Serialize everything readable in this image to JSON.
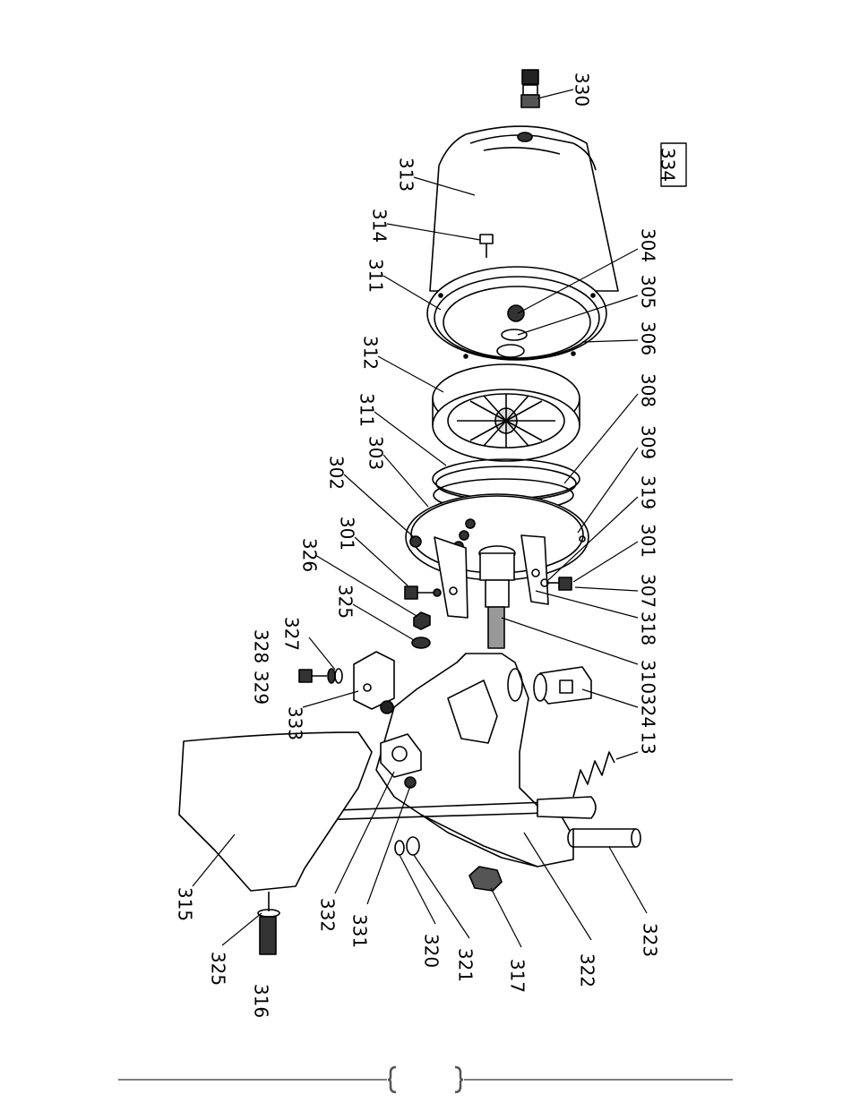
{
  "diagram": {
    "assembly_code": "334",
    "part_labels": [
      "330",
      "313",
      "314",
      "311",
      "304",
      "305",
      "306",
      "312",
      "308",
      "311",
      "303",
      "309",
      "302",
      "319",
      "301",
      "301",
      "307",
      "326",
      "318",
      "325",
      "327",
      "310",
      "328",
      "329",
      "324",
      "333",
      "13",
      "315",
      "332",
      "331",
      "320",
      "321",
      "317",
      "322",
      "323",
      "325",
      "316"
    ]
  },
  "footer": {
    "page_number": ""
  }
}
